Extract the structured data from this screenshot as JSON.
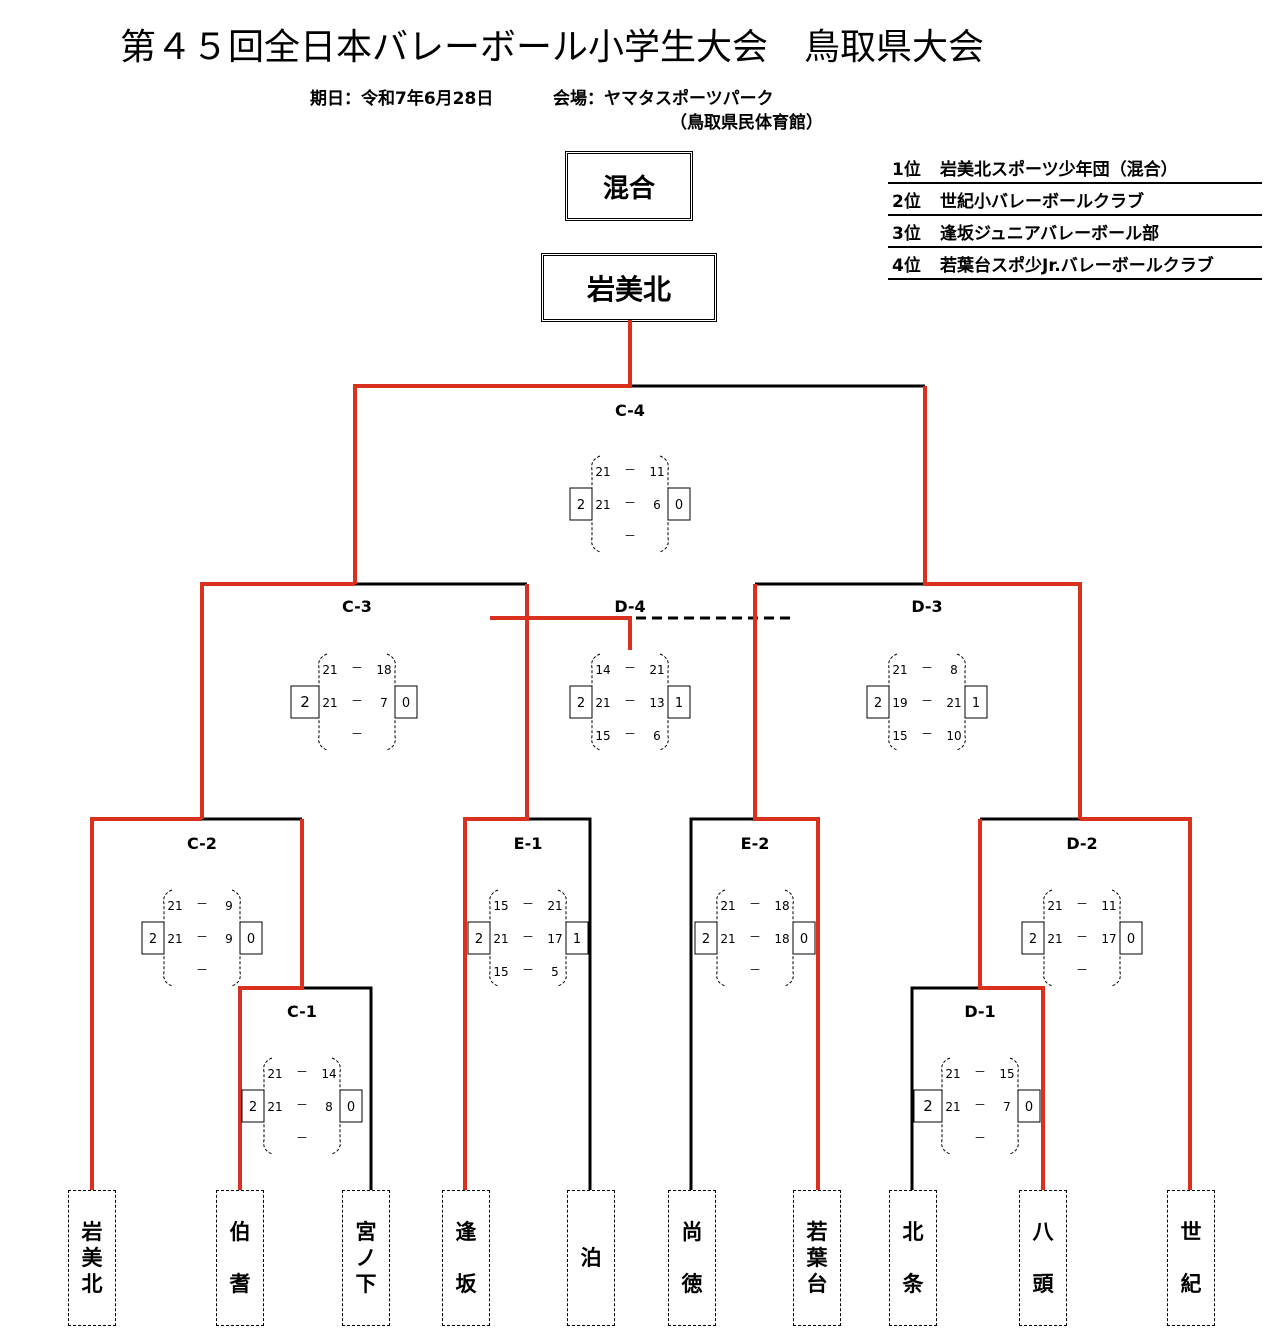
{
  "header": {
    "title": "第４５回全日本バレーボール小学生大会　鳥取県大会",
    "date": "期日：令和7年6月28日",
    "venue": "会場：ヤマタスポーツパーク",
    "venue_sub": "（鳥取県民体育館）"
  },
  "category": "混合",
  "champion": "岩美北",
  "ranking": [
    {
      "pos": "1位",
      "team": "岩美北スポーツ少年団（混合）"
    },
    {
      "pos": "2位",
      "team": "世紀小バレーボールクラブ"
    },
    {
      "pos": "3位",
      "team": "逢坂ジュニアバレーボール部"
    },
    {
      "pos": "4位",
      "team": "若葉台スポ少Jr.バレーボールクラブ"
    }
  ],
  "teams": [
    {
      "id": "iwamikita",
      "chars": [
        "岩",
        "美",
        "北"
      ]
    },
    {
      "id": "hakuyo",
      "chars": [
        "伯",
        "耆"
      ]
    },
    {
      "id": "miyanoshita",
      "chars": [
        "宮",
        "ノ",
        "下"
      ]
    },
    {
      "id": "osaka",
      "chars": [
        "逢",
        "坂"
      ]
    },
    {
      "id": "tomari",
      "chars": [
        "泊"
      ]
    },
    {
      "id": "shotoku",
      "chars": [
        "尚",
        "徳"
      ]
    },
    {
      "id": "wakabadai",
      "chars": [
        "若",
        "葉",
        "台"
      ]
    },
    {
      "id": "hojo",
      "chars": [
        "北",
        "条"
      ]
    },
    {
      "id": "hatto",
      "chars": [
        "八",
        "頭"
      ]
    },
    {
      "id": "seiki",
      "chars": [
        "世",
        "紀"
      ]
    }
  ],
  "matches": [
    {
      "id": "C-4",
      "left": "2",
      "right": "0",
      "sets": [
        [
          "21",
          "11"
        ],
        [
          "21",
          "6"
        ],
        [
          "",
          ""
        ]
      ]
    },
    {
      "id": "C-3",
      "left": "2",
      "right": "0",
      "sets": [
        [
          "21",
          "18"
        ],
        [
          "21",
          "7"
        ],
        [
          "",
          ""
        ]
      ]
    },
    {
      "id": "D-4",
      "left": "2",
      "right": "1",
      "sets": [
        [
          "14",
          "21"
        ],
        [
          "21",
          "13"
        ],
        [
          "15",
          "6"
        ]
      ]
    },
    {
      "id": "D-3",
      "left": "2",
      "right": "1",
      "sets": [
        [
          "21",
          "8"
        ],
        [
          "19",
          "21"
        ],
        [
          "15",
          "10"
        ]
      ]
    },
    {
      "id": "C-2",
      "left": "2",
      "right": "0",
      "sets": [
        [
          "21",
          "9"
        ],
        [
          "21",
          "9"
        ],
        [
          "",
          ""
        ]
      ]
    },
    {
      "id": "E-1",
      "left": "2",
      "right": "1",
      "sets": [
        [
          "15",
          "21"
        ],
        [
          "21",
          "17"
        ],
        [
          "15",
          "5"
        ]
      ]
    },
    {
      "id": "E-2",
      "left": "2",
      "right": "0",
      "sets": [
        [
          "21",
          "18"
        ],
        [
          "21",
          "18"
        ],
        [
          "",
          ""
        ]
      ]
    },
    {
      "id": "D-2",
      "left": "2",
      "right": "0",
      "sets": [
        [
          "21",
          "11"
        ],
        [
          "21",
          "17"
        ],
        [
          "",
          ""
        ]
      ]
    },
    {
      "id": "C-1",
      "left": "2",
      "right": "0",
      "sets": [
        [
          "21",
          "14"
        ],
        [
          "21",
          "8"
        ],
        [
          "",
          ""
        ]
      ]
    },
    {
      "id": "D-1",
      "left": "2",
      "right": "0",
      "sets": [
        [
          "21",
          "15"
        ],
        [
          "21",
          "7"
        ],
        [
          "",
          ""
        ]
      ]
    }
  ],
  "colors": {
    "winner_line": "#d9311e",
    "loser_line": "#000000"
  }
}
